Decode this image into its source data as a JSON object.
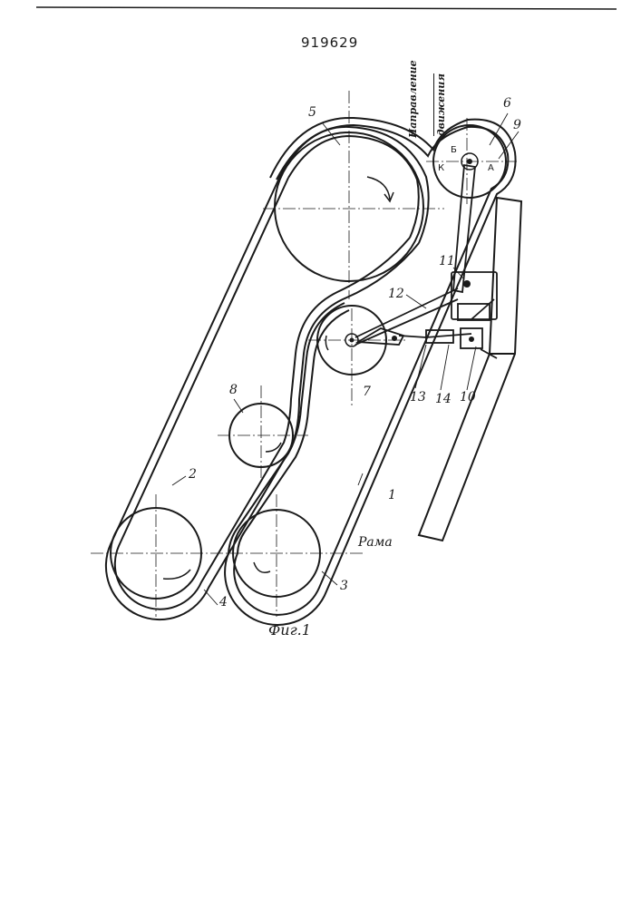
{
  "document": {
    "patent_number": "919629",
    "figure_caption": "Фиг.1",
    "frame_label": "Рама",
    "direction_label_line1": "Направление",
    "direction_label_line2": "движения",
    "point_labels": {
      "k": "К",
      "a": "А",
      "b": "Б"
    }
  },
  "callouts": [
    {
      "id": "1",
      "text": "1"
    },
    {
      "id": "2",
      "text": "2"
    },
    {
      "id": "3",
      "text": "3"
    },
    {
      "id": "4",
      "text": "4"
    },
    {
      "id": "5",
      "text": "5"
    },
    {
      "id": "6",
      "text": "6"
    },
    {
      "id": "7",
      "text": "7"
    },
    {
      "id": "8",
      "text": "8"
    },
    {
      "id": "9",
      "text": "9"
    },
    {
      "id": "10",
      "text": "10"
    },
    {
      "id": "11",
      "text": "11"
    },
    {
      "id": "12",
      "text": "12"
    },
    {
      "id": "13",
      "text": "13"
    },
    {
      "id": "14",
      "text": "14"
    }
  ],
  "colors": {
    "ink": "#1a1a1a",
    "paper": "#ffffff"
  }
}
